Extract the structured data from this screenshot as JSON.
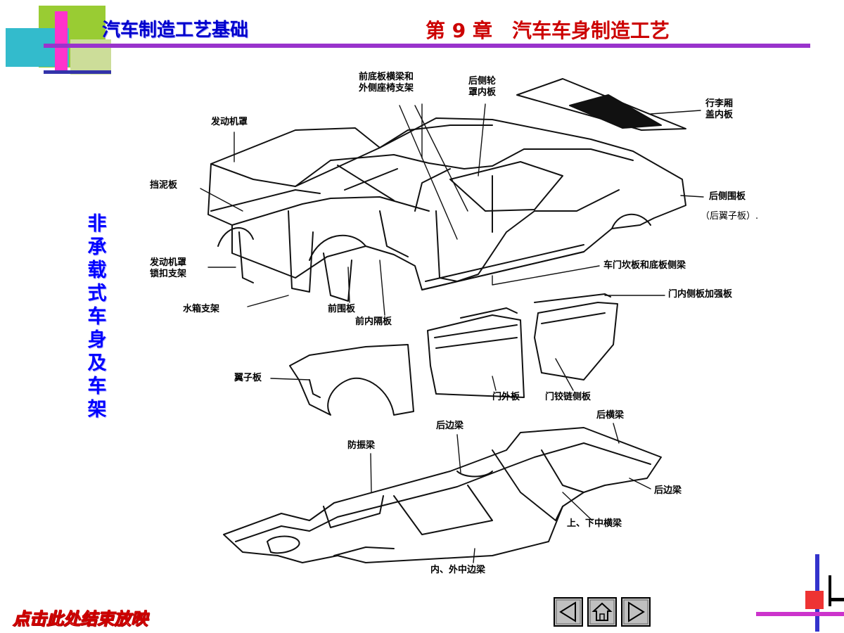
{
  "header": {
    "course_title": "汽车制造工艺基础",
    "chapter_title": "第 9 章　汽车车身制造工艺",
    "colors": {
      "accent": "#9933cc",
      "brand_blue": "#0000cc",
      "chapter_red": "#cc0000"
    }
  },
  "slide": {
    "vertical_title": [
      "非",
      "承",
      "载",
      "式",
      "车",
      "身",
      "及",
      "车",
      "架"
    ]
  },
  "diagram_labels": {
    "front_floor_crossbeam": [
      "前底板横梁和",
      "外侧座椅支架"
    ],
    "rear_wheelhouse_inner": [
      "后侧轮",
      "罩内板"
    ],
    "trunk_lid_inner": [
      "行李厢",
      "盖内板"
    ],
    "hood": "发动机罩",
    "mudguard": "挡泥板",
    "rear_quarter": "后侧围板",
    "rear_fender": "（后翼子板）.",
    "hood_latch": [
      "发动机罩",
      "锁扣支架"
    ],
    "door_sill": "车门坎板和底板侧梁",
    "door_inner_reinforce": "门内侧板加强板",
    "radiator_support": "水箱支架",
    "front_panel": "前围板",
    "front_inner_bulkhead": "前内隔板",
    "fender": "翼子板",
    "door_outer": "门外板",
    "door_hinge_side": "门铰链侧板",
    "rear_crossmember": "后横梁",
    "rear_side_rail_top": "后边梁",
    "anti_vibration_beam": "防振梁",
    "rear_side_rail": "后边梁",
    "upper_lower_cross": "上、下中横梁",
    "inner_outer_rail": "内、外中边梁"
  },
  "footer": {
    "end_show": "点击此处结束放映",
    "nav_icons": [
      "previous-icon",
      "home-icon",
      "next-icon"
    ]
  }
}
